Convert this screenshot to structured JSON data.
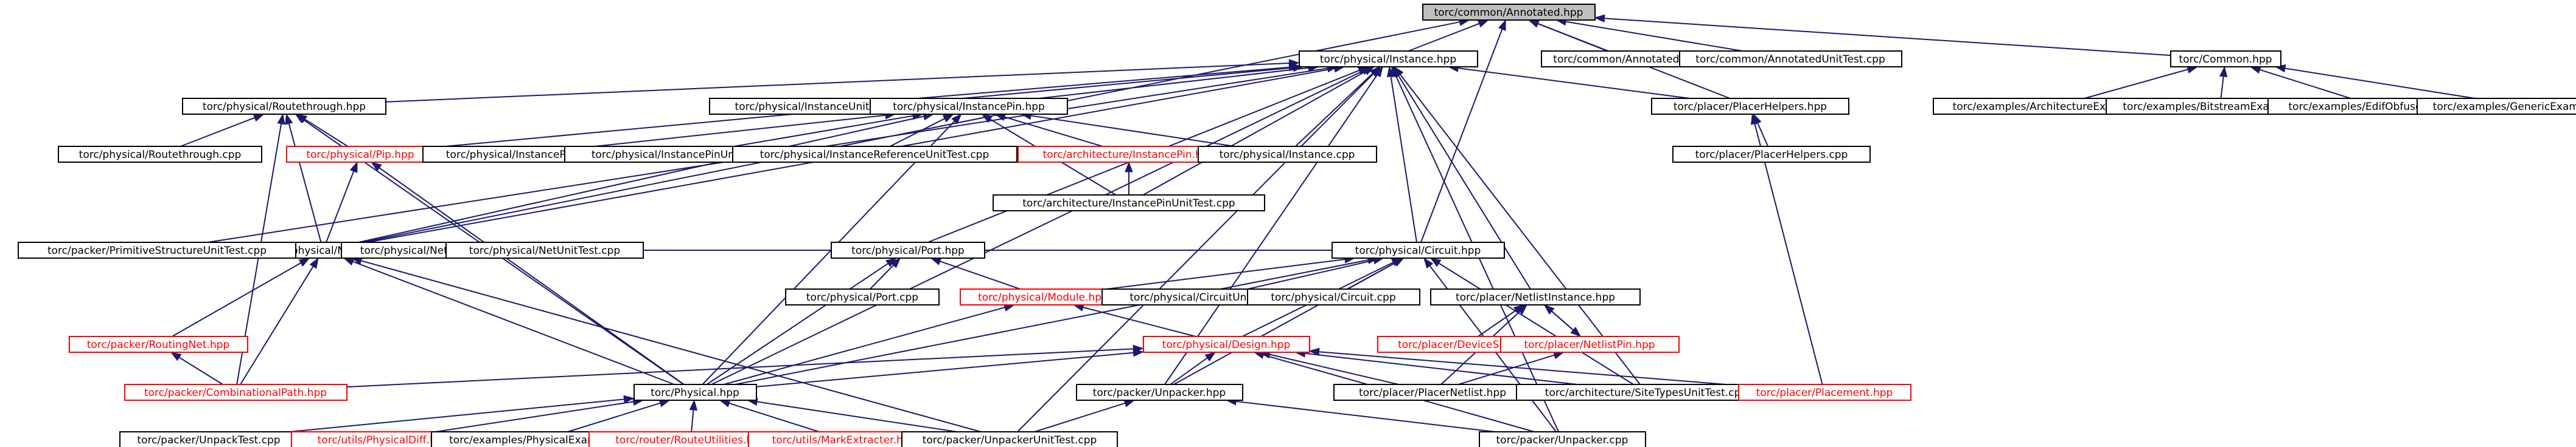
{
  "colors": {
    "edge": "#191970",
    "doc_text": "#000000",
    "doc_border": "#000000",
    "undoc_text": "#ff0000",
    "undoc_border": "#ff0000",
    "root_fill": "#bfbfbf"
  },
  "nodes": [
    {
      "id": "annotated_hpp",
      "label": "torc/common/Annotated.hpp",
      "style": "root"
    },
    {
      "id": "instance_hpp",
      "label": "torc/physical/Instance.hpp",
      "style": "doc"
    },
    {
      "id": "annotated_cpp",
      "label": "torc/common/Annotated.cpp",
      "style": "doc"
    },
    {
      "id": "annotated_unittest_cpp",
      "label": "torc/common/AnnotatedUnitTest.cpp",
      "style": "doc"
    },
    {
      "id": "common_hpp",
      "label": "torc/Common.hpp",
      "style": "doc"
    },
    {
      "id": "routethrough_hpp",
      "label": "torc/physical/Routethrough.hpp",
      "style": "doc"
    },
    {
      "id": "instance_unittest_cpp",
      "label": "torc/physical/InstanceUnitTest.cpp",
      "style": "doc"
    },
    {
      "id": "instancepin_hpp",
      "label": "torc/physical/InstancePin.hpp",
      "style": "doc"
    },
    {
      "id": "placerhelpers_hpp",
      "label": "torc/placer/PlacerHelpers.hpp",
      "style": "doc"
    },
    {
      "id": "architecture_example_cpp",
      "label": "torc/examples/ArchitectureExample.cpp",
      "style": "doc"
    },
    {
      "id": "bitstream_example_cpp",
      "label": "torc/examples/BitstreamExample.cpp",
      "style": "doc"
    },
    {
      "id": "edif_obfuscator_cpp",
      "label": "torc/examples/EdifObfuscator.cpp",
      "style": "doc"
    },
    {
      "id": "generic_example_cpp",
      "label": "torc/examples/GenericExample.cpp",
      "style": "doc"
    },
    {
      "id": "routethrough_cpp",
      "label": "torc/physical/Routethrough.cpp",
      "style": "doc"
    },
    {
      "id": "pip_hpp",
      "label": "torc/physical/Pip.hpp",
      "style": "undoc"
    },
    {
      "id": "instancepin_cpp",
      "label": "torc/physical/InstancePin.cpp",
      "style": "doc"
    },
    {
      "id": "instancepin_unittest_cpp",
      "label": "torc/physical/InstancePinUnitTest.cpp",
      "style": "doc"
    },
    {
      "id": "instance_reference_unittest_cpp",
      "label": "torc/physical/InstanceReferenceUnitTest.cpp",
      "style": "doc"
    },
    {
      "id": "arch_instancepin_hpp",
      "label": "torc/architecture/InstancePin.hpp",
      "style": "undoc"
    },
    {
      "id": "instance_cpp",
      "label": "torc/physical/Instance.cpp",
      "style": "doc"
    },
    {
      "id": "placerhelpers_cpp",
      "label": "torc/placer/PlacerHelpers.cpp",
      "style": "doc"
    },
    {
      "id": "arch_instancepin_unittest_cpp",
      "label": "torc/architecture/InstancePinUnitTest.cpp",
      "style": "doc"
    },
    {
      "id": "net_hpp",
      "label": "torc/physical/Net.hpp",
      "style": "doc"
    },
    {
      "id": "primitive_structure_unittest_cpp",
      "label": "torc/packer/PrimitiveStructureUnitTest.cpp",
      "style": "doc"
    },
    {
      "id": "net_cpp",
      "label": "torc/physical/Net.cpp",
      "style": "doc"
    },
    {
      "id": "net_unittest_cpp",
      "label": "torc/physical/NetUnitTest.cpp",
      "style": "doc"
    },
    {
      "id": "port_hpp",
      "label": "torc/physical/Port.hpp",
      "style": "doc"
    },
    {
      "id": "circuit_hpp",
      "label": "torc/physical/Circuit.hpp",
      "style": "doc"
    },
    {
      "id": "port_cpp",
      "label": "torc/physical/Port.cpp",
      "style": "doc"
    },
    {
      "id": "module_hpp",
      "label": "torc/physical/Module.hpp",
      "style": "undoc"
    },
    {
      "id": "circuit_unittest_cpp",
      "label": "torc/physical/CircuitUnitTest.cpp",
      "style": "doc"
    },
    {
      "id": "circuit_cpp",
      "label": "torc/physical/Circuit.cpp",
      "style": "doc"
    },
    {
      "id": "netlist_instance_hpp",
      "label": "torc/placer/NetlistInstance.hpp",
      "style": "doc"
    },
    {
      "id": "routing_net_hpp",
      "label": "torc/packer/RoutingNet.hpp",
      "style": "undoc"
    },
    {
      "id": "design_hpp",
      "label": "torc/physical/Design.hpp",
      "style": "undoc"
    },
    {
      "id": "device_site_hpp",
      "label": "torc/placer/DeviceSite.hpp",
      "style": "undoc"
    },
    {
      "id": "netlist_pin_hpp",
      "label": "torc/placer/NetlistPin.hpp",
      "style": "undoc"
    },
    {
      "id": "combinational_path_hpp",
      "label": "torc/packer/CombinationalPath.hpp",
      "style": "undoc"
    },
    {
      "id": "physical_hpp",
      "label": "torc/Physical.hpp",
      "style": "doc"
    },
    {
      "id": "unpacker_hpp",
      "label": "torc/packer/Unpacker.hpp",
      "style": "doc"
    },
    {
      "id": "placer_netlist_hpp",
      "label": "torc/placer/PlacerNetlist.hpp",
      "style": "doc"
    },
    {
      "id": "site_types_unittest_cpp",
      "label": "torc/architecture/SiteTypesUnitTest.cpp",
      "style": "doc"
    },
    {
      "id": "placement_hpp",
      "label": "torc/placer/Placement.hpp",
      "style": "undoc"
    },
    {
      "id": "unpack_test_cpp",
      "label": "torc/packer/UnpackTest.cpp",
      "style": "doc"
    },
    {
      "id": "physical_diff_hpp",
      "label": "torc/utils/PhysicalDiff.hpp",
      "style": "undoc"
    },
    {
      "id": "physical_example_cpp",
      "label": "torc/examples/PhysicalExample.cpp",
      "style": "doc"
    },
    {
      "id": "route_utilities_hpp",
      "label": "torc/router/RouteUtilities.hpp",
      "style": "undoc"
    },
    {
      "id": "mark_extracter_hpp",
      "label": "torc/utils/MarkExtracter.hpp",
      "style": "undoc"
    },
    {
      "id": "unpacker_unittest_cpp",
      "label": "torc/packer/UnpackerUnitTest.cpp",
      "style": "doc"
    },
    {
      "id": "unpacker_cpp",
      "label": "torc/packer/Unpacker.cpp",
      "style": "doc"
    }
  ],
  "edges": [
    [
      "instance_hpp",
      "annotated_hpp"
    ],
    [
      "annotated_cpp",
      "annotated_hpp"
    ],
    [
      "annotated_unittest_cpp",
      "annotated_hpp"
    ],
    [
      "common_hpp",
      "annotated_hpp"
    ],
    [
      "placerhelpers_hpp",
      "annotated_hpp"
    ],
    [
      "circuit_hpp",
      "annotated_hpp"
    ],
    [
      "net_hpp",
      "annotated_hpp"
    ],
    [
      "architecture_example_cpp",
      "common_hpp"
    ],
    [
      "bitstream_example_cpp",
      "common_hpp"
    ],
    [
      "edif_obfuscator_cpp",
      "common_hpp"
    ],
    [
      "generic_example_cpp",
      "common_hpp"
    ],
    [
      "routethrough_hpp",
      "instance_hpp"
    ],
    [
      "instance_unittest_cpp",
      "instance_hpp"
    ],
    [
      "instancepin_hpp",
      "instance_hpp"
    ],
    [
      "placerhelpers_hpp",
      "instance_hpp"
    ],
    [
      "instance_cpp",
      "instance_hpp"
    ],
    [
      "net_hpp",
      "instance_hpp"
    ],
    [
      "pip_hpp",
      "instance_hpp"
    ],
    [
      "port_hpp",
      "instance_hpp"
    ],
    [
      "circuit_hpp",
      "instance_hpp"
    ],
    [
      "netlist_instance_hpp",
      "instance_hpp"
    ],
    [
      "physical_hpp",
      "instance_hpp"
    ],
    [
      "primitive_structure_unittest_cpp",
      "instance_hpp"
    ],
    [
      "unpacker_hpp",
      "instance_hpp"
    ],
    [
      "unpacker_unittest_cpp",
      "instance_hpp"
    ],
    [
      "site_types_unittest_cpp",
      "instance_hpp"
    ],
    [
      "unpacker_cpp",
      "instance_hpp"
    ],
    [
      "arch_instancepin_unittest_cpp",
      "instance_hpp"
    ],
    [
      "routethrough_cpp",
      "routethrough_hpp"
    ],
    [
      "pip_hpp",
      "routethrough_hpp"
    ],
    [
      "net_hpp",
      "routethrough_hpp"
    ],
    [
      "physical_hpp",
      "routethrough_hpp"
    ],
    [
      "combinational_path_hpp",
      "routethrough_hpp"
    ],
    [
      "instancepin_cpp",
      "instancepin_hpp"
    ],
    [
      "instancepin_unittest_cpp",
      "instancepin_hpp"
    ],
    [
      "instance_reference_unittest_cpp",
      "instancepin_hpp"
    ],
    [
      "arch_instancepin_hpp",
      "instancepin_hpp"
    ],
    [
      "instance_cpp",
      "instancepin_hpp"
    ],
    [
      "arch_instancepin_unittest_cpp",
      "instancepin_hpp"
    ],
    [
      "net_hpp",
      "instancepin_hpp"
    ],
    [
      "physical_hpp",
      "instancepin_hpp"
    ],
    [
      "placerhelpers_cpp",
      "placerhelpers_hpp"
    ],
    [
      "placement_hpp",
      "placerhelpers_hpp"
    ],
    [
      "arch_instancepin_unittest_cpp",
      "arch_instancepin_hpp"
    ],
    [
      "net_hpp",
      "pip_hpp"
    ],
    [
      "physical_hpp",
      "pip_hpp"
    ],
    [
      "primitive_structure_unittest_cpp",
      "net_hpp"
    ],
    [
      "net_cpp",
      "net_hpp"
    ],
    [
      "net_unittest_cpp",
      "net_hpp"
    ],
    [
      "circuit_hpp",
      "net_hpp"
    ],
    [
      "routing_net_hpp",
      "net_hpp"
    ],
    [
      "combinational_path_hpp",
      "net_hpp"
    ],
    [
      "physical_hpp",
      "net_hpp"
    ],
    [
      "unpacker_unittest_cpp",
      "net_hpp"
    ],
    [
      "port_cpp",
      "port_hpp"
    ],
    [
      "module_hpp",
      "port_hpp"
    ],
    [
      "physical_hpp",
      "port_hpp"
    ],
    [
      "module_hpp",
      "circuit_hpp"
    ],
    [
      "circuit_unittest_cpp",
      "circuit_hpp"
    ],
    [
      "circuit_cpp",
      "circuit_hpp"
    ],
    [
      "design_hpp",
      "circuit_hpp"
    ],
    [
      "physical_hpp",
      "circuit_hpp"
    ],
    [
      "unpacker_hpp",
      "circuit_hpp"
    ],
    [
      "site_types_unittest_cpp",
      "circuit_hpp"
    ],
    [
      "unpacker_cpp",
      "circuit_hpp"
    ],
    [
      "design_hpp",
      "module_hpp"
    ],
    [
      "physical_hpp",
      "module_hpp"
    ],
    [
      "device_site_hpp",
      "netlist_instance_hpp"
    ],
    [
      "netlist_pin_hpp",
      "netlist_instance_hpp"
    ],
    [
      "placer_netlist_hpp",
      "netlist_instance_hpp"
    ],
    [
      "netlist_instance_hpp",
      "netlist_pin_hpp"
    ],
    [
      "combinational_path_hpp",
      "routing_net_hpp"
    ],
    [
      "physical_hpp",
      "design_hpp"
    ],
    [
      "unpacker_hpp",
      "design_hpp"
    ],
    [
      "placer_netlist_hpp",
      "design_hpp"
    ],
    [
      "site_types_unittest_cpp",
      "design_hpp"
    ],
    [
      "placement_hpp",
      "design_hpp"
    ],
    [
      "unpacker_cpp",
      "design_hpp"
    ],
    [
      "combinational_path_hpp",
      "design_hpp"
    ],
    [
      "placer_netlist_hpp",
      "netlist_pin_hpp"
    ],
    [
      "unpack_test_cpp",
      "physical_hpp"
    ],
    [
      "physical_diff_hpp",
      "physical_hpp"
    ],
    [
      "physical_example_cpp",
      "physical_hpp"
    ],
    [
      "route_utilities_hpp",
      "physical_hpp"
    ],
    [
      "mark_extracter_hpp",
      "physical_hpp"
    ],
    [
      "unpacker_unittest_cpp",
      "physical_hpp"
    ],
    [
      "unpacker_unittest_cpp",
      "unpacker_hpp"
    ],
    [
      "unpacker_cpp",
      "unpacker_hpp"
    ]
  ]
}
